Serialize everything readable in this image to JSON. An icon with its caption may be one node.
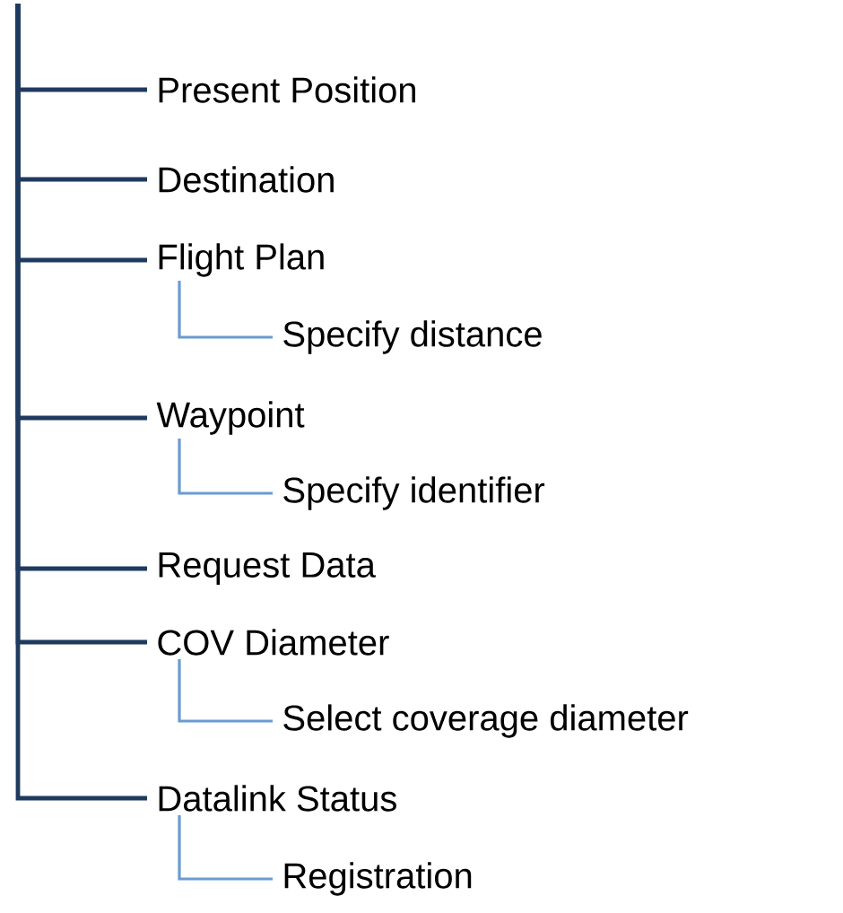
{
  "diagram": {
    "nodes": [
      {
        "text": [
          "Present Position"
        ]
      },
      {
        "text": [
          "Destination"
        ]
      },
      {
        "text": [
          "Flight Plan"
        ]
      },
      {
        "text": [
          "Specify distance"
        ]
      },
      {
        "text": [
          "Waypoint"
        ]
      },
      {
        "text": [
          "Specify identifier"
        ]
      },
      {
        "text": [
          "Request Data"
        ]
      },
      {
        "text": [
          "COV Diameter"
        ]
      },
      {
        "text": [
          "Select coverage diameter"
        ]
      },
      {
        "text": [
          "Datalink Status"
        ]
      },
      {
        "text": [
          "Registration"
        ]
      }
    ],
    "edges": [
      {
        "from": null,
        "to": 0,
        "arrow": "none"
      },
      {
        "from": null,
        "to": 1,
        "arrow": "none"
      },
      {
        "from": null,
        "to": 2,
        "arrow": "none"
      },
      {
        "from": 2,
        "to": 3,
        "arrow": "none",
        "color": "#6b9bd1"
      },
      {
        "from": null,
        "to": 4,
        "arrow": "none"
      },
      {
        "from": 4,
        "to": 5,
        "arrow": "none",
        "color": "#6b9bd1"
      },
      {
        "from": null,
        "to": 6,
        "arrow": "none"
      },
      {
        "from": null,
        "to": 7,
        "arrow": "none"
      },
      {
        "from": 7,
        "to": 8,
        "arrow": "none",
        "color": "#6b9bd1"
      },
      {
        "from": null,
        "to": 9,
        "arrow": "none"
      },
      {
        "from": 9,
        "to": 10,
        "arrow": "none",
        "color": "#6b9bd1"
      }
    ]
  }
}
